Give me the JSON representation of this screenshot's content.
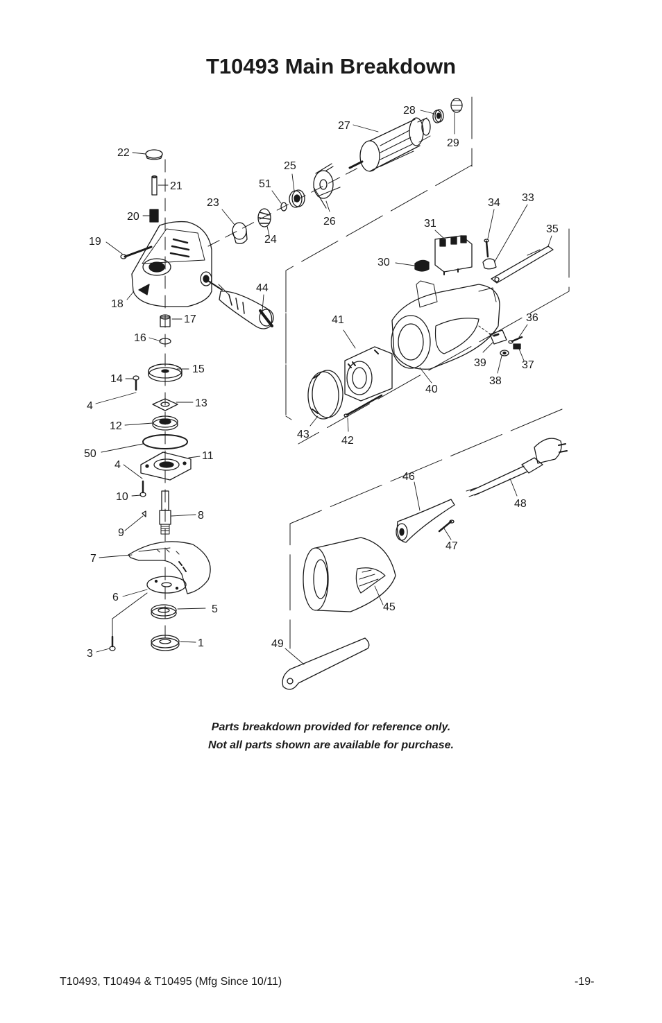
{
  "page": {
    "title": "T10493 Main Breakdown",
    "note_line1": "Parts breakdown provided for reference only.",
    "note_line2": "Not all parts shown are available for purchase.",
    "footer_left": "T10493, T10494 & T10495 (Mfg Since 10/11)",
    "footer_right": "-19-"
  },
  "parts": {
    "p1": "1",
    "p3": "3",
    "p4a": "4",
    "p4b": "4",
    "p5": "5",
    "p6": "6",
    "p7": "7",
    "p8": "8",
    "p9": "9",
    "p10": "10",
    "p11": "11",
    "p12": "12",
    "p13": "13",
    "p14": "14",
    "p15": "15",
    "p16": "16",
    "p17": "17",
    "p18": "18",
    "p19": "19",
    "p20": "20",
    "p21": "21",
    "p22": "22",
    "p23": "23",
    "p24": "24",
    "p25": "25",
    "p26": "26",
    "p27": "27",
    "p28": "28",
    "p29": "29",
    "p30": "30",
    "p31": "31",
    "p33": "33",
    "p34": "34",
    "p35": "35",
    "p36": "36",
    "p37": "37",
    "p38": "38",
    "p39": "39",
    "p40": "40",
    "p41": "41",
    "p42": "42",
    "p43": "43",
    "p44": "44",
    "p45": "45",
    "p46": "46",
    "p47": "47",
    "p48": "48",
    "p49": "49",
    "p50": "50",
    "p51": "51"
  }
}
